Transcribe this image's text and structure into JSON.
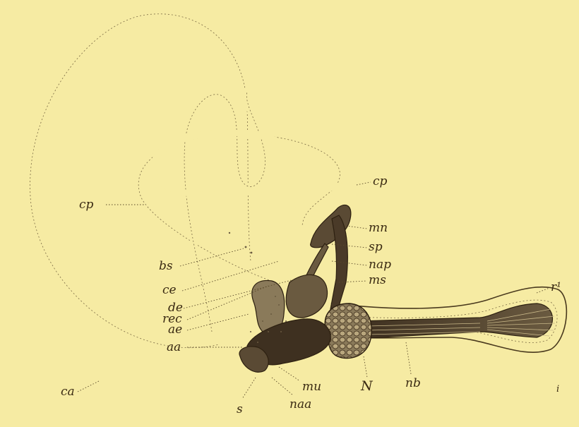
{
  "labels": {
    "cp": "cp",
    "cp2": "cp",
    "mn": "mn",
    "sp": "sp",
    "nap": "nap",
    "ms": "ms",
    "bs": "bs",
    "ce": "ce",
    "de": "de",
    "rec": "rec",
    "ae": "ae",
    "aa": "aa",
    "ca": "ca",
    "mu": "mu",
    "N": "N",
    "naa": "naa",
    "nb": "nb",
    "r1": "r¹",
    "s": "s",
    "i": "i"
  },
  "colors": {
    "background": "#f6eba3",
    "ink": "#3a2a12",
    "tissue_dark": "#4a3a28",
    "tissue_mid": "#7a6a50"
  }
}
